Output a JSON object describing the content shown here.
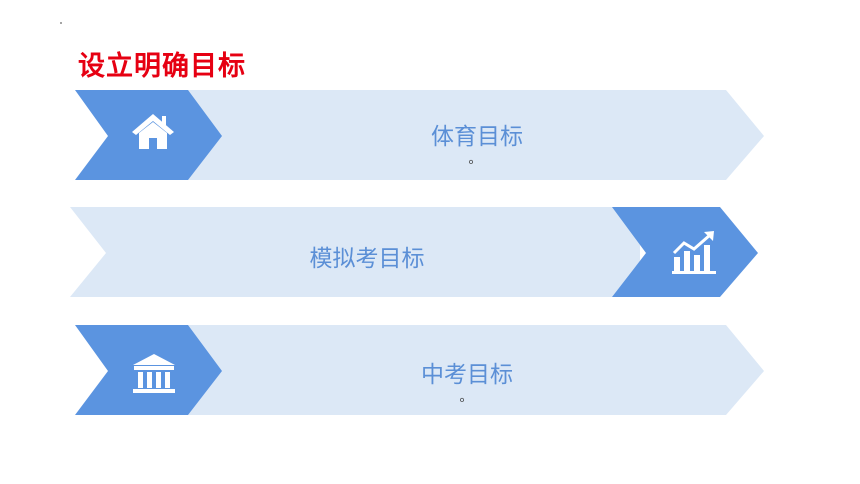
{
  "slide": {
    "title": "设立明确目标",
    "items": [
      {
        "label": "体育目标",
        "sub": "。",
        "icon": "home-icon"
      },
      {
        "label": "模拟考目标",
        "sub": "",
        "icon": "growth-chart-icon"
      },
      {
        "label": "中考目标",
        "sub": "。",
        "icon": "bank-building-icon"
      }
    ]
  },
  "colors": {
    "title": "#e60012",
    "chevron_light": "#dce8f6",
    "chevron_dark": "#5b94e0",
    "label_text": "#5b8fd6"
  }
}
